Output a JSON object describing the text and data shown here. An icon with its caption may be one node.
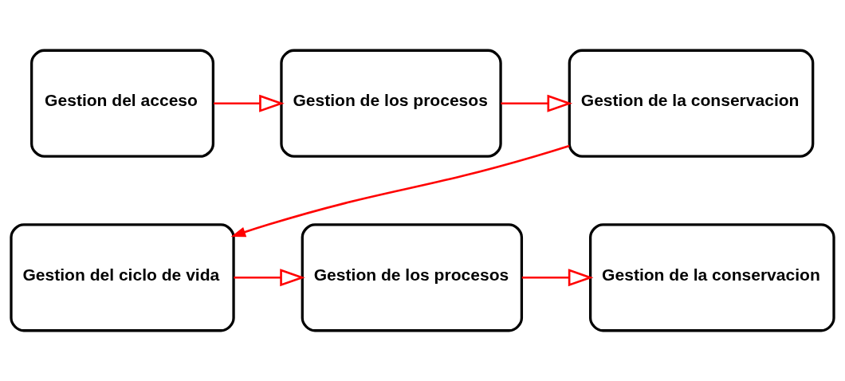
{
  "diagram": {
    "nodes": [
      {
        "text": [
          "Gestion del acceso"
        ]
      },
      {
        "text": [
          "Gestion de los procesos"
        ]
      },
      {
        "text": [
          "Gestion de la conservacion"
        ]
      },
      {
        "text": [
          "Gestion del ciclo de vida"
        ]
      },
      {
        "text": [
          "Gestion de los procesos"
        ]
      },
      {
        "text": [
          "Gestion de la conservacion"
        ]
      }
    ],
    "edges": [
      {
        "from": 0,
        "to": 1,
        "arrow": "to"
      },
      {
        "from": 1,
        "to": 2,
        "arrow": "to"
      },
      {
        "from": 2,
        "to": 3,
        "arrow": "to"
      },
      {
        "from": 3,
        "to": 4,
        "arrow": "to"
      },
      {
        "from": 4,
        "to": 5,
        "arrow": "to"
      }
    ]
  }
}
